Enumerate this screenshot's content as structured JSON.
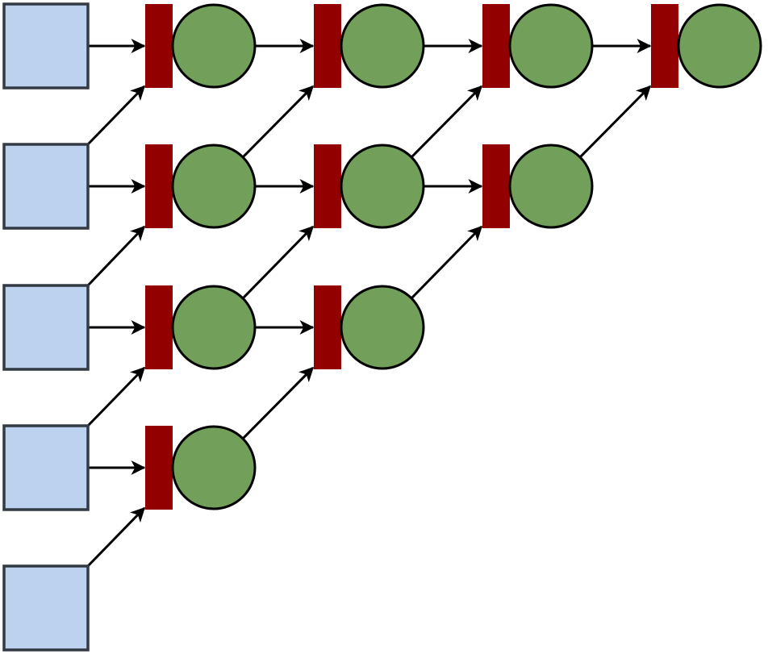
{
  "colors": {
    "input_fill": "#bcd2ee",
    "input_stroke": "#333a44",
    "bar_fill": "#920000",
    "node_fill": "#72a05a",
    "node_stroke": "#000000",
    "edge": "#000000"
  },
  "diagram": {
    "inputs": 5,
    "columns": [
      {
        "column": 1,
        "nodes": 4
      },
      {
        "column": 2,
        "nodes": 3
      },
      {
        "column": 3,
        "nodes": 2
      },
      {
        "column": 4,
        "nodes": 1
      }
    ]
  }
}
